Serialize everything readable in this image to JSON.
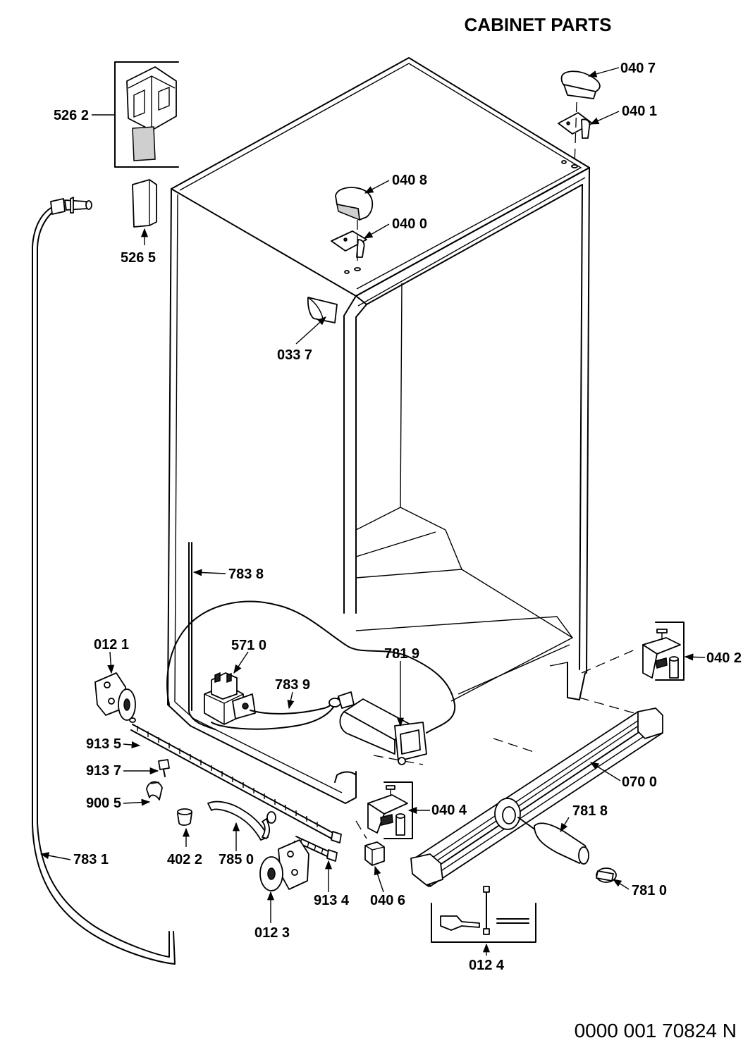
{
  "title": "CABINET PARTS",
  "document_number": "0000 001 70824 N",
  "callouts": {
    "p5262": "526 2",
    "p5265": "526 5",
    "p0407": "040 7",
    "p0401": "040 1",
    "p0408": "040 8",
    "p0400": "040 0",
    "p0337": "033 7",
    "p7838": "783 8",
    "p0121": "012 1",
    "p5710": "571 0",
    "p7819": "781 9",
    "p7839": "783 9",
    "p0402": "040 2",
    "p9135": "913 5",
    "p9137": "913 7",
    "p9005": "900 5",
    "p0700": "070 0",
    "p0404": "040 4",
    "p7818": "781 8",
    "p7831": "783 1",
    "p4022": "402 2",
    "p7850": "785 0",
    "p9134": "913 4",
    "p0406": "040 6",
    "p7810": "781 0",
    "p0123": "012 3",
    "p0124": "012 4"
  }
}
